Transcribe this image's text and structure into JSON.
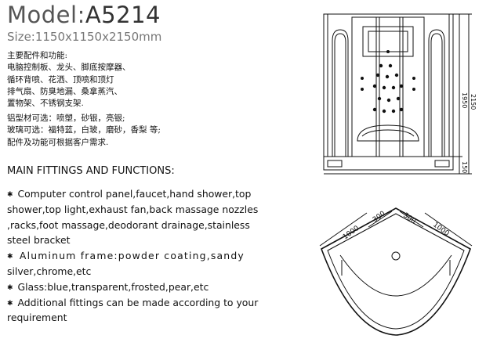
{
  "header": {
    "model_label": "Model:",
    "model_number": "A5214",
    "size": "Size:1150x1150x2150mm"
  },
  "chinese": {
    "functions": [
      "主要配件和功能:",
      "电脑控制板、龙头、脚底按摩器、",
      "循环背喷、花洒、顶喷和顶灯",
      "排气扇、防臭地漏、桑拿蒸汽、",
      "置物架、不锈钢支架."
    ],
    "options": [
      "铝型材可选：喷塑，砂银，亮银;",
      "玻璃可选：福特蓝，白玻，磨砂，香梨 等;",
      "配件及功能可根据客户需求."
    ]
  },
  "english": {
    "heading": "MAIN FITTINGS AND FUNCTIONS:",
    "bullet_symbol": "✱",
    "lines": [
      {
        "bullet": true,
        "text": "Computer control panel,faucet,hand shower,top"
      },
      {
        "bullet": false,
        "text": "shower,top light,exhaust fan,back massage nozzles"
      },
      {
        "bullet": false,
        "text": ",racks,foot massage,deodorant drainage,stainless"
      },
      {
        "bullet": false,
        "text": "steel bracket"
      },
      {
        "bullet": true,
        "text": "Aluminum frame:powder coating,sandy"
      },
      {
        "bullet": false,
        "text": "silver,chrome,etc"
      },
      {
        "bullet": true,
        "text": "Glass:blue,transparent,frosted,pear,etc"
      },
      {
        "bullet": true,
        "text": "Additional fittings can be made according to your"
      },
      {
        "bullet": false,
        "text": "requirement"
      }
    ]
  },
  "front_view": {
    "dim_upper": "1950",
    "dim_lower": "150",
    "dim_total": "2150"
  },
  "top_view": {
    "dim_side_left": "1000",
    "dim_side_right": "1000",
    "dim_door_left": "300",
    "dim_door_right": "300"
  }
}
